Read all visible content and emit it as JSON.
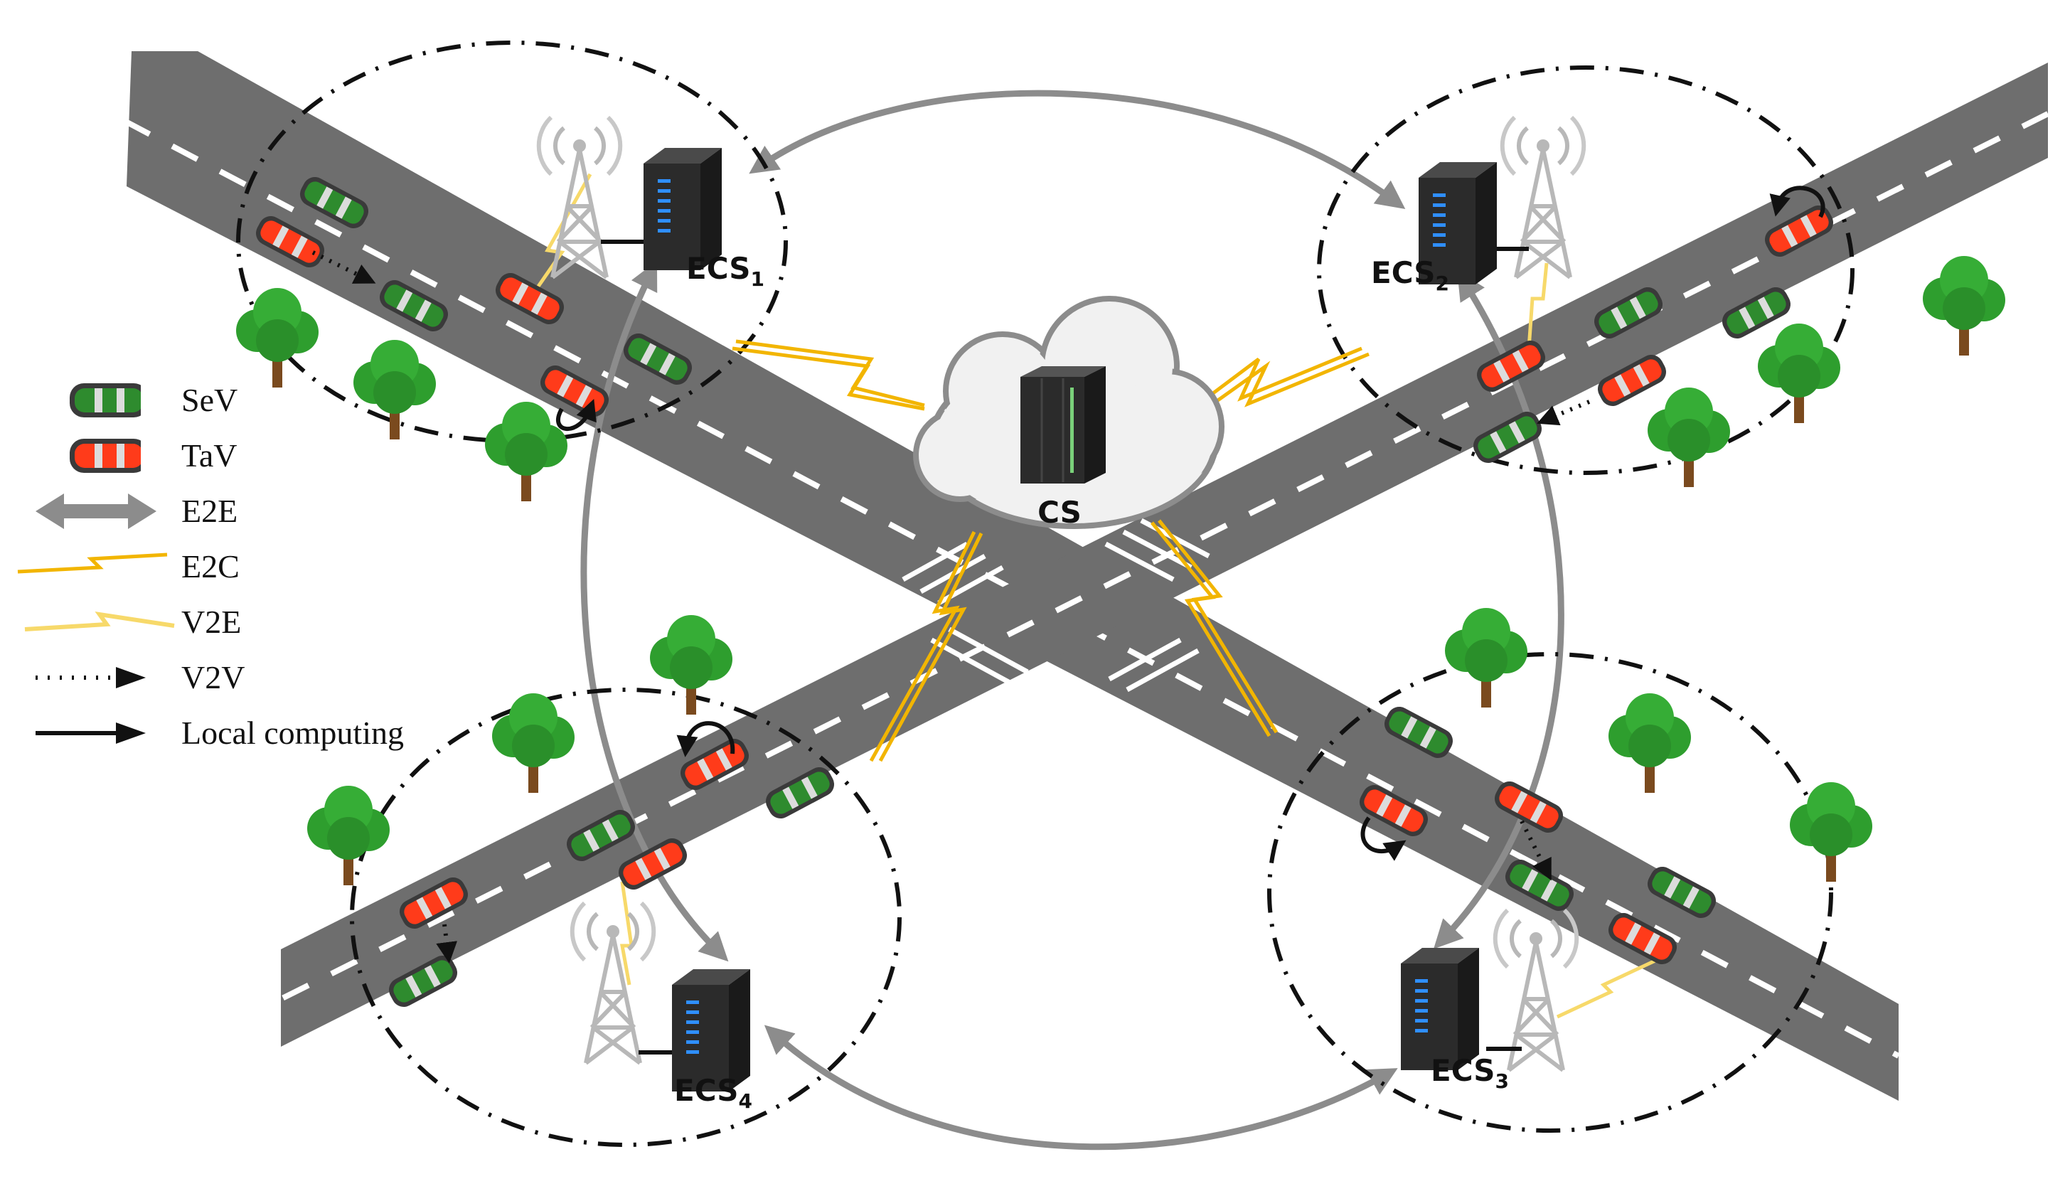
{
  "nodes": {
    "cloud_server": "CS",
    "ecs": [
      {
        "base": "ECS",
        "sub": "1"
      },
      {
        "base": "ECS",
        "sub": "2"
      },
      {
        "base": "ECS",
        "sub": "3"
      },
      {
        "base": "ECS",
        "sub": "4"
      }
    ]
  },
  "legend": [
    {
      "key": "sev",
      "label": "SeV",
      "icon": "green-car-icon"
    },
    {
      "key": "tav",
      "label": "TaV",
      "icon": "red-car-icon"
    },
    {
      "key": "e2e",
      "label": "E2E",
      "icon": "double-arrow-icon"
    },
    {
      "key": "e2c",
      "label": "E2C",
      "icon": "orange-zigzag-icon"
    },
    {
      "key": "v2e",
      "label": "V2E",
      "icon": "light-yellow-zigzag-icon"
    },
    {
      "key": "v2v",
      "label": "V2V",
      "icon": "dotted-arrow-icon"
    },
    {
      "key": "local",
      "label": "Local computing",
      "icon": "black-arrow-icon"
    }
  ],
  "colors": {
    "road": "#6e6e6e",
    "lane_mark": "#ffffff",
    "sev": "#2e8b2e",
    "tav": "#ff3b1a",
    "e2e": "#8c8c8c",
    "e2c": "#f2b500",
    "v2e": "#f7d96a",
    "server": "#2b2b2b",
    "tree": "#2e9e2e",
    "trunk": "#7a4a1e"
  }
}
